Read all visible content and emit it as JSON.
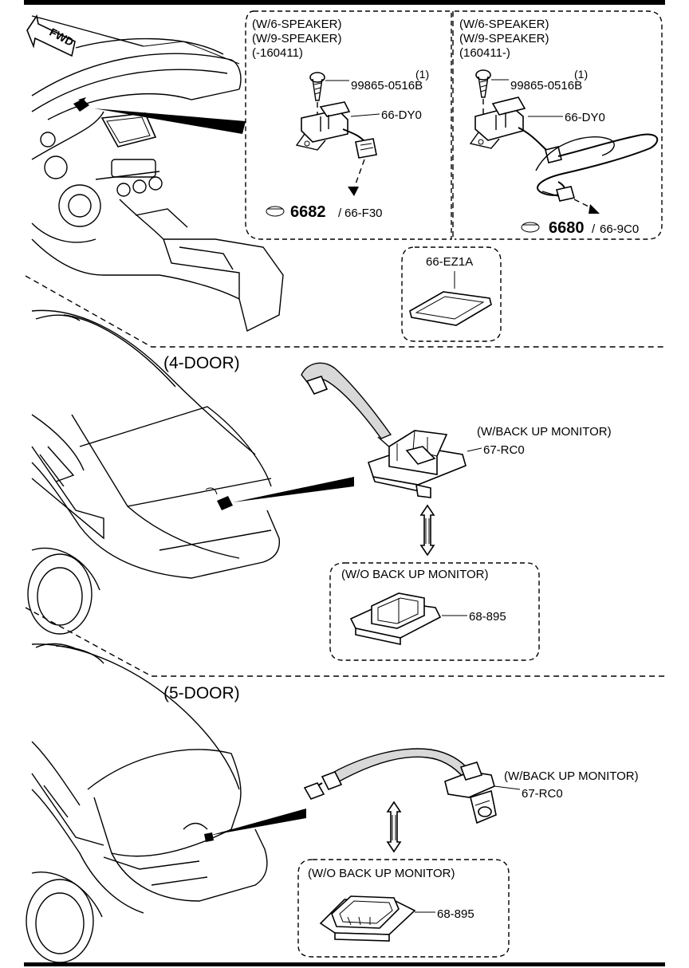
{
  "fwd_label": "FWD",
  "speaker_box_left": {
    "conditions": [
      "(W/6-SPEAKER)",
      "(W/9-SPEAKER)",
      "(-160411)"
    ],
    "screw_qty": "(1)",
    "screw_part": "99865-0516B",
    "module_part": "66-DY0",
    "ref_number": "6682",
    "ref_part": "66-F30"
  },
  "speaker_box_right": {
    "conditions": [
      "(W/6-SPEAKER)",
      "(W/9-SPEAKER)",
      "(160411-)"
    ],
    "screw_qty": "(1)",
    "screw_part": "99865-0516B",
    "module_part": "66-DY0",
    "ref_number": "6680",
    "ref_part": "66-9C0"
  },
  "sd_card_part": "66-EZ1A",
  "four_door": {
    "title": "(4-DOOR)",
    "monitor_condition": "(W/BACK UP MONITOR)",
    "camera_part": "67-RC0",
    "no_monitor_condition": "(W/O BACK UP MONITOR)",
    "cover_part": "68-895"
  },
  "five_door": {
    "title": "(5-DOOR)",
    "monitor_condition": "(W/BACK UP MONITOR)",
    "camera_part": "67-RC0",
    "no_monitor_condition": "(W/O BACK UP MONITOR)",
    "cover_part": "68-895"
  }
}
